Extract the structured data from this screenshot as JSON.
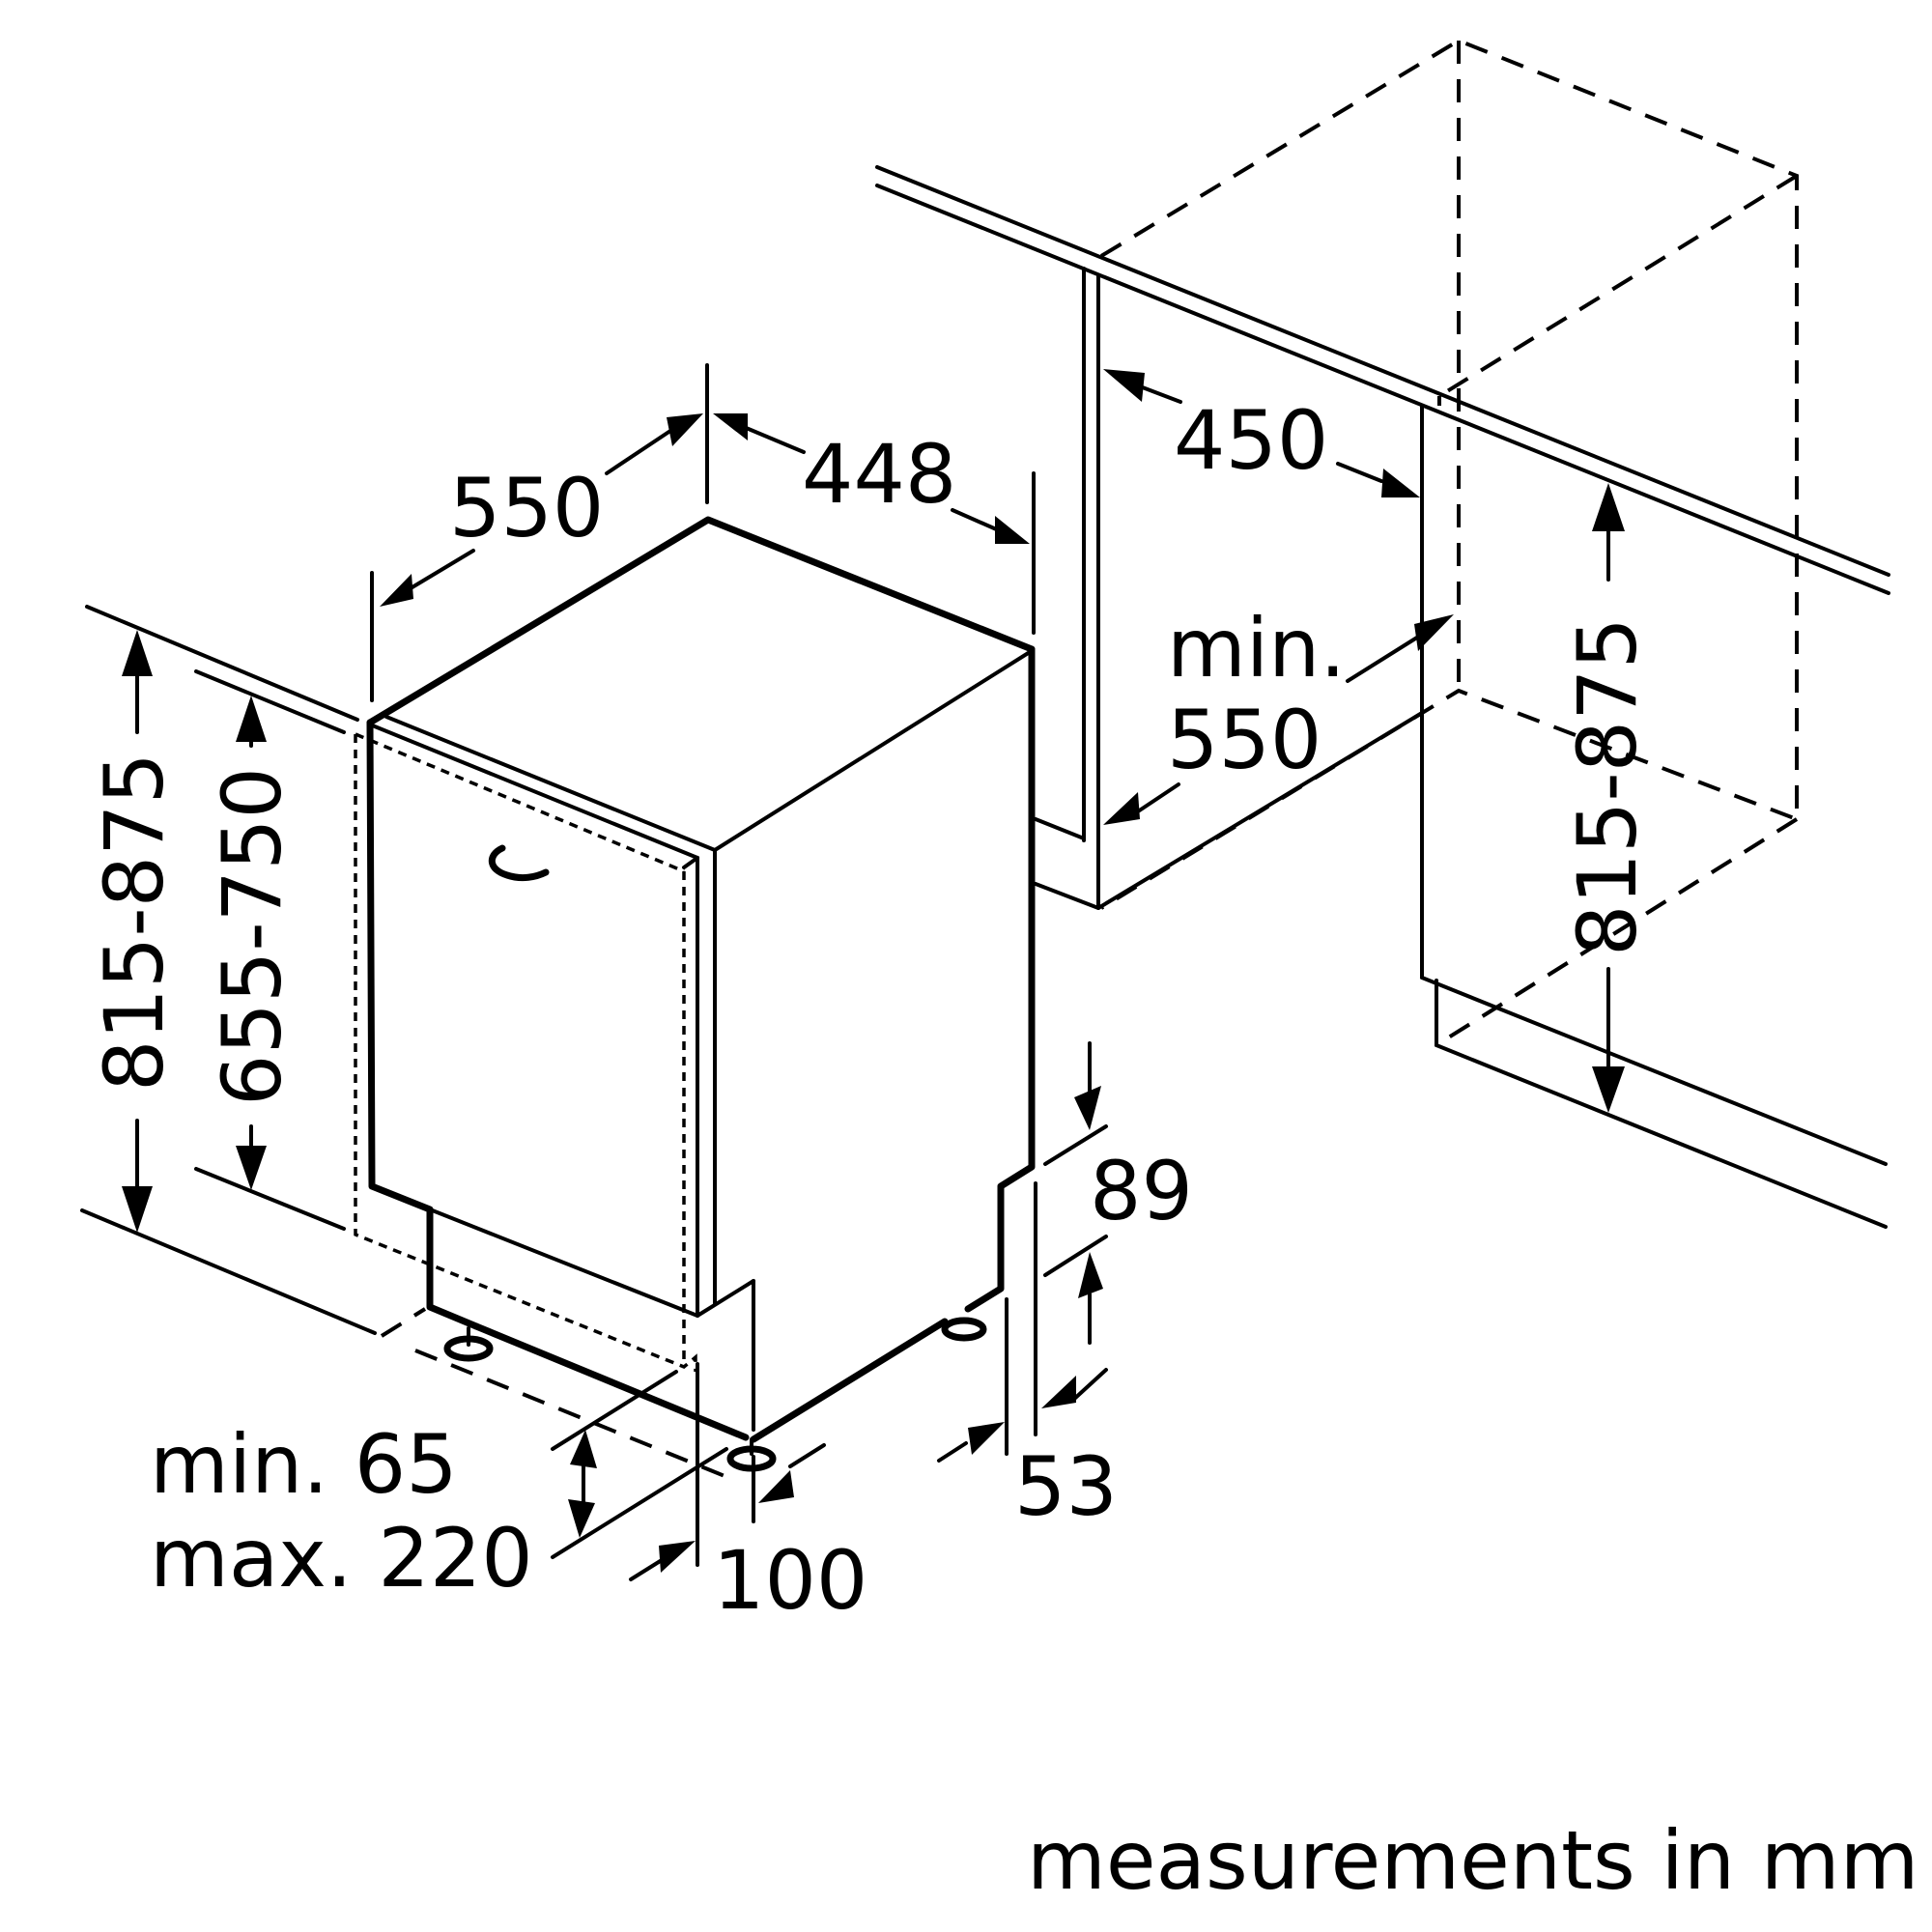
{
  "dimensions": {
    "width_550": "550",
    "width_448": "448",
    "niche_450": "450",
    "niche_depth_min": "min.",
    "niche_depth_value": "550",
    "height_left": "815-875",
    "height_inner": "655-750",
    "height_right": "815-875",
    "plinth_89": "89",
    "plinth_53": "53",
    "plinth_100": "100",
    "plinth_min": "min. 65",
    "plinth_max": "max. 220"
  },
  "footer": {
    "units_note": "measurements in mm"
  }
}
